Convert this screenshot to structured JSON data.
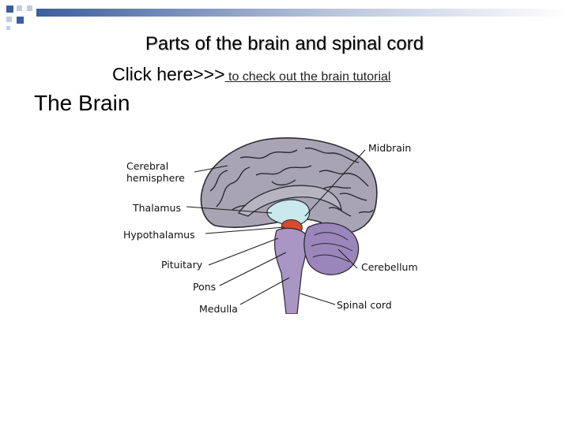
{
  "slide": {
    "title": "Parts of the brain and spinal cord",
    "link_prefix": "Click here>>>",
    "link_text": " to check out the brain tutorial",
    "heading": "The Brain"
  },
  "diagram": {
    "labels": {
      "cerebral_line1": "Cerebral",
      "cerebral_line2": "hemisphere",
      "thalamus": "Thalamus",
      "hypothalamus": "Hypothalamus",
      "pituitary": "Pituitary",
      "pons": "Pons",
      "medulla": "Medulla",
      "midbrain": "Midbrain",
      "cerebellum": "Cerebellum",
      "spinal_cord": "Spinal cord"
    },
    "colors": {
      "cortex": "#a8a4b4",
      "thalamus": "#c9e9ec",
      "hypothalamus": "#d84a2c",
      "brainstem": "#a996c4",
      "cerebellum": "#9a86bb",
      "accent_blue": "#3b5e9e"
    }
  }
}
